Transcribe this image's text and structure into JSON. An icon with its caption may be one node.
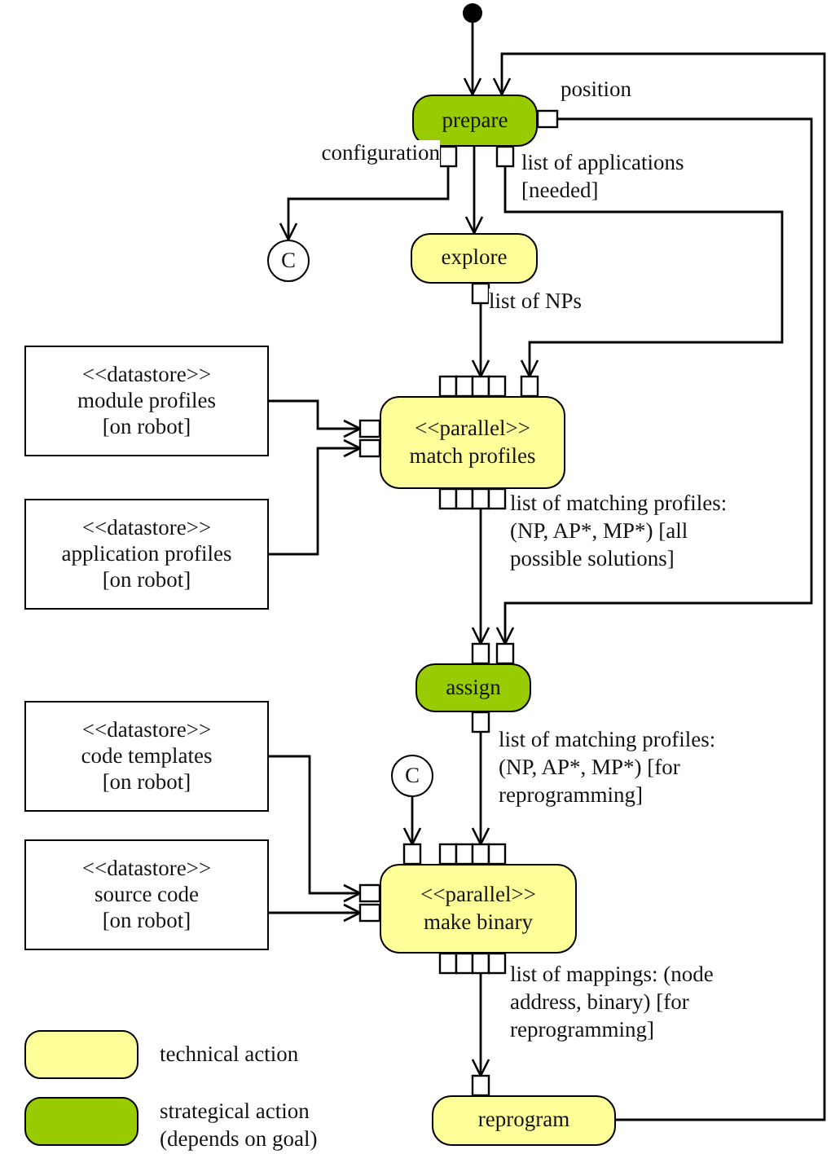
{
  "diagram": {
    "nodes": [
      {
        "text": [],
        "shape": "circle"
      },
      {
        "text": [
          "prepare"
        ]
      },
      {
        "text": [
          "C"
        ]
      },
      {
        "text": [
          "explore"
        ]
      },
      {
        "text": [
          "<<datastore>>",
          "module profiles",
          "[on robot]"
        ]
      },
      {
        "text": [
          "<<datastore>>",
          "application profiles",
          "[on robot]"
        ]
      },
      {
        "text": [
          "<<parallel>>",
          "match profiles"
        ]
      },
      {
        "text": [
          "assign"
        ]
      },
      {
        "text": [
          "<<datastore>>",
          "code templates",
          "[on robot]"
        ]
      },
      {
        "text": [
          "<<datastore>>",
          "source code",
          "[on robot]"
        ]
      },
      {
        "text": [
          "C"
        ]
      },
      {
        "text": [
          "<<parallel>>",
          "make binary"
        ]
      },
      {
        "text": [
          "reprogram"
        ]
      }
    ],
    "edges": [
      {
        "from": 0,
        "to": 1,
        "arrow": "to"
      },
      {
        "from": 1,
        "to": 2,
        "arrow": "to",
        "label": "configuration"
      },
      {
        "from": 1,
        "to": 3,
        "arrow": "to"
      },
      {
        "from": 1,
        "to": 6,
        "arrow": "to",
        "label": "list of applications [needed]"
      },
      {
        "from": 1,
        "to": 7,
        "arrow": "to",
        "label": "position"
      },
      {
        "from": 3,
        "to": 6,
        "arrow": "to",
        "label": "list of NPs"
      },
      {
        "from": 4,
        "to": 6,
        "arrow": "to"
      },
      {
        "from": 5,
        "to": 6,
        "arrow": "to"
      },
      {
        "from": 6,
        "to": 7,
        "arrow": "to",
        "label": "list of matching profiles: (NP, AP*, MP*) [all possible solutions]"
      },
      {
        "from": 7,
        "to": 11,
        "arrow": "to",
        "label": "list of matching profiles: (NP, AP*, MP*) [for reprogramming]"
      },
      {
        "from": 10,
        "to": 11,
        "arrow": "to"
      },
      {
        "from": 8,
        "to": 11,
        "arrow": "to"
      },
      {
        "from": 9,
        "to": 11,
        "arrow": "to"
      },
      {
        "from": 11,
        "to": 12,
        "arrow": "to",
        "label": "list of mappings: (node address, binary) [for reprogramming]"
      },
      {
        "from": 12,
        "to": 1,
        "arrow": "to"
      }
    ],
    "legend": [
      {
        "text": "technical action",
        "color": "#ffff99"
      },
      {
        "text": "strategical action (depends on goal)",
        "color": "#99cc00"
      }
    ]
  }
}
